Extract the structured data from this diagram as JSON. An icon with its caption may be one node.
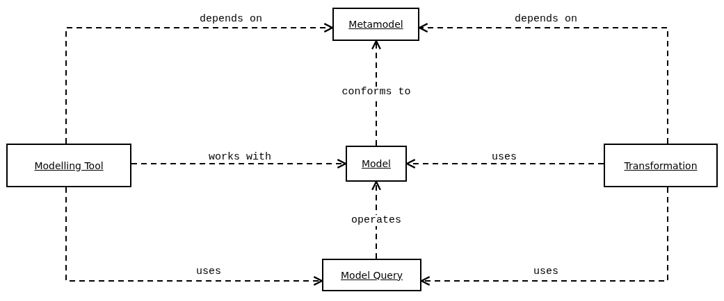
{
  "diagram": {
    "nodes": [
      {
        "text": [
          "Metamodel"
        ]
      },
      {
        "text": [
          "Modelling Tool"
        ]
      },
      {
        "text": [
          "Model"
        ]
      },
      {
        "text": [
          "Transformation"
        ]
      },
      {
        "text": [
          "Model Query"
        ]
      }
    ],
    "edges": [
      {
        "from": 1,
        "to": 0,
        "arrow": "to",
        "label": "depends on",
        "style": "dashed"
      },
      {
        "from": 3,
        "to": 0,
        "arrow": "to",
        "label": "depends on",
        "style": "dashed"
      },
      {
        "from": 2,
        "to": 0,
        "arrow": "to",
        "label": "conforms to",
        "style": "dashed"
      },
      {
        "from": 1,
        "to": 2,
        "arrow": "to",
        "label": "works with",
        "style": "dashed"
      },
      {
        "from": 3,
        "to": 2,
        "arrow": "to",
        "label": "uses",
        "style": "dashed"
      },
      {
        "from": 4,
        "to": 2,
        "arrow": "to",
        "label": "operates",
        "style": "dashed"
      },
      {
        "from": 1,
        "to": 4,
        "arrow": "to",
        "label": "uses",
        "style": "dashed"
      },
      {
        "from": 3,
        "to": 4,
        "arrow": "to",
        "label": "uses",
        "style": "dashed"
      }
    ]
  }
}
